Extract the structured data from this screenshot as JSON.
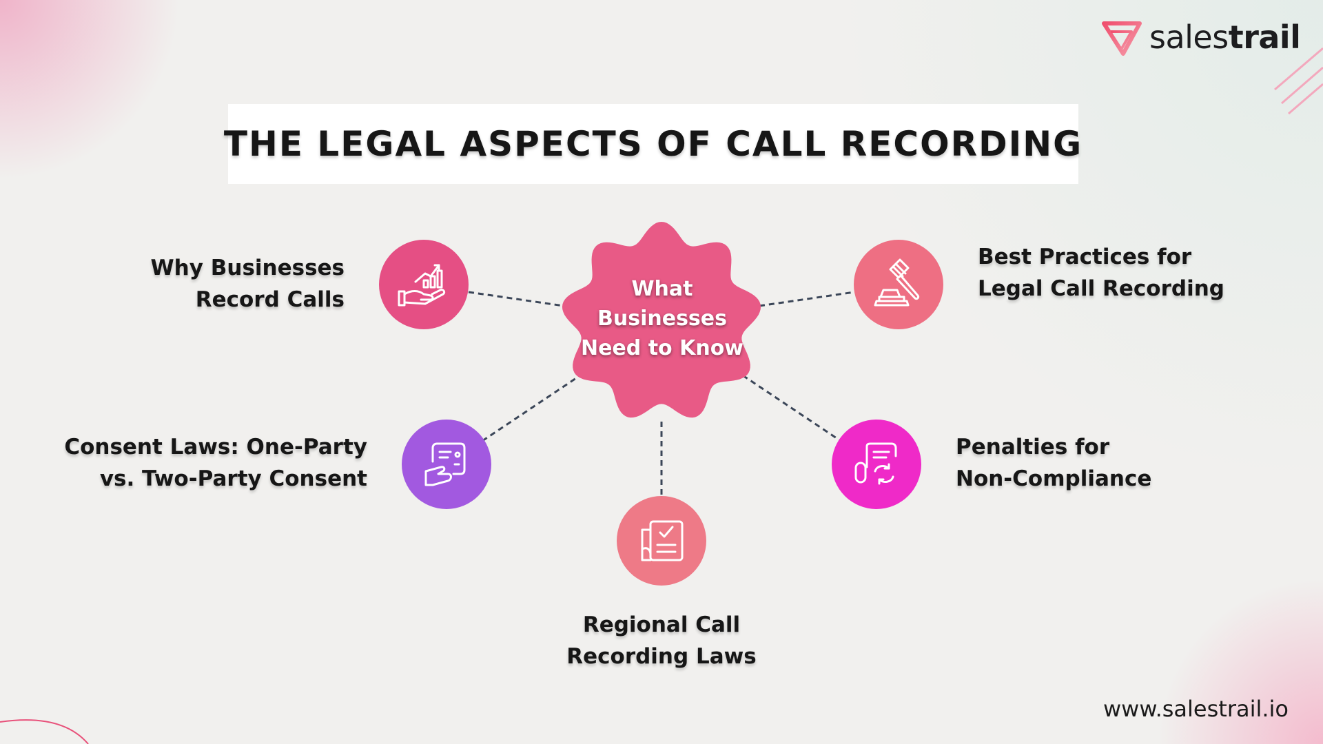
{
  "brand": {
    "name_light": "sales",
    "name_bold": "trail",
    "url": "www.salestrail.io"
  },
  "title": "THE LEGAL ASPECTS OF CALL RECORDING",
  "center": {
    "lines": [
      "What",
      "Businesses",
      "Need to Know"
    ],
    "color": "#e85a86"
  },
  "nodes": [
    {
      "id": "why",
      "lines": [
        "Why Businesses",
        "Record Calls"
      ],
      "icon": "hand-growth-chart-icon",
      "color": "#e54f84"
    },
    {
      "id": "consent",
      "lines": [
        "Consent Laws: One-Party",
        "vs. Two-Party Consent"
      ],
      "icon": "hand-document-icon",
      "color": "#a259e0"
    },
    {
      "id": "regional",
      "lines": [
        "Regional Call",
        "Recording Laws"
      ],
      "icon": "checklist-document-icon",
      "color": "#ee7a87"
    },
    {
      "id": "penalties",
      "lines": [
        "Penalties for",
        "Non-Compliance"
      ],
      "icon": "document-refresh-icon",
      "color": "#ef2ac8"
    },
    {
      "id": "best",
      "lines": [
        "Best Practices for",
        "Legal Call Recording"
      ],
      "icon": "gavel-icon",
      "color": "#ee6f83"
    }
  ],
  "colors": {
    "logo_gradient": [
      "#f04e6e",
      "#f59aa8"
    ],
    "connector": "#3b4658"
  }
}
